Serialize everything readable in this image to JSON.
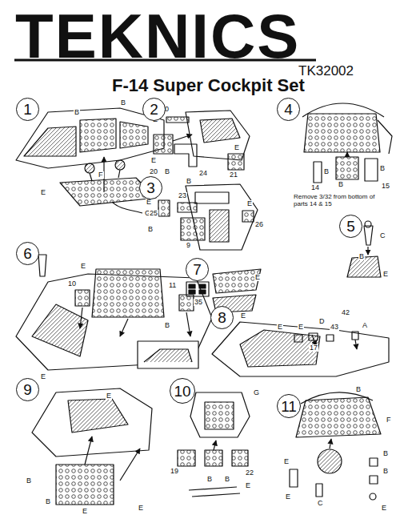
{
  "diagram": {
    "title": "F-14 Super Cockpit Set",
    "nodes": [
      {
        "text": [
          "1"
        ]
      },
      {
        "text": [
          "2"
        ]
      },
      {
        "text": [
          "3"
        ]
      },
      {
        "text": [
          "4"
        ]
      },
      {
        "text": [
          "5"
        ]
      },
      {
        "text": [
          "6"
        ]
      },
      {
        "text": [
          "7"
        ]
      },
      {
        "text": [
          "8"
        ]
      },
      {
        "text": [
          "9"
        ]
      },
      {
        "text": [
          "10"
        ]
      },
      {
        "text": [
          "11"
        ]
      }
    ],
    "labels": [
      "TEKNICS",
      "TK32002",
      "B",
      "B",
      "E",
      "F",
      "E",
      "G",
      "40",
      "E",
      "20",
      "B",
      "24",
      "B",
      "E",
      "21",
      "E",
      "25",
      "23",
      "B",
      "9",
      "E",
      "26",
      "B",
      "14",
      "B",
      "B",
      "15",
      "Remove 3/32 from bottom of parts 14 & 15",
      "C",
      "B",
      "E",
      "E",
      "10",
      "11",
      "B",
      "E",
      "35",
      "E",
      "E",
      "42",
      "A",
      "D",
      "43",
      "17",
      "E",
      "E",
      "E",
      "B",
      "B",
      "E",
      "E",
      "G",
      "19",
      "22",
      "B",
      "B",
      "E",
      "B",
      "F",
      "E",
      "B",
      "B",
      "E",
      "C",
      "E"
    ]
  }
}
